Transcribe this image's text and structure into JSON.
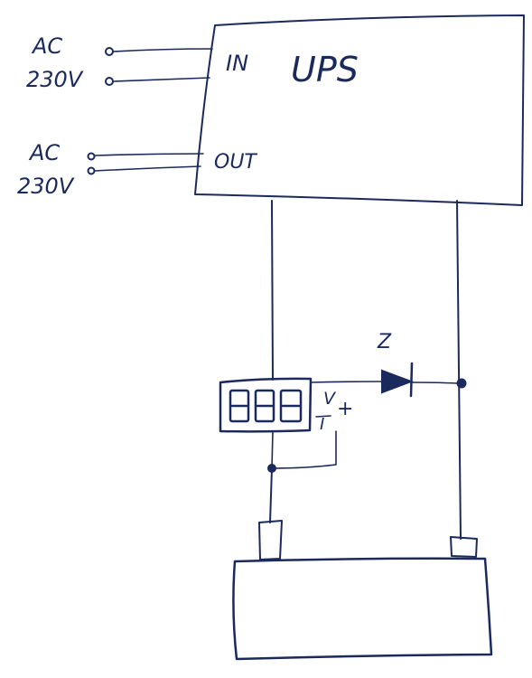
{
  "labels": {
    "ac_in_top": "AC",
    "ac_in_bottom": "230V",
    "ac_out_top": "AC",
    "ac_out_bottom": "230V",
    "ups_in": "IN",
    "ups_out": "OUT",
    "ups_title": "UPS",
    "diode": "Z",
    "meter_v": "V",
    "meter_plus": "+",
    "meter_i": "I"
  },
  "colors": {
    "ink": "#1b2a5c",
    "background": "#ffffff"
  }
}
